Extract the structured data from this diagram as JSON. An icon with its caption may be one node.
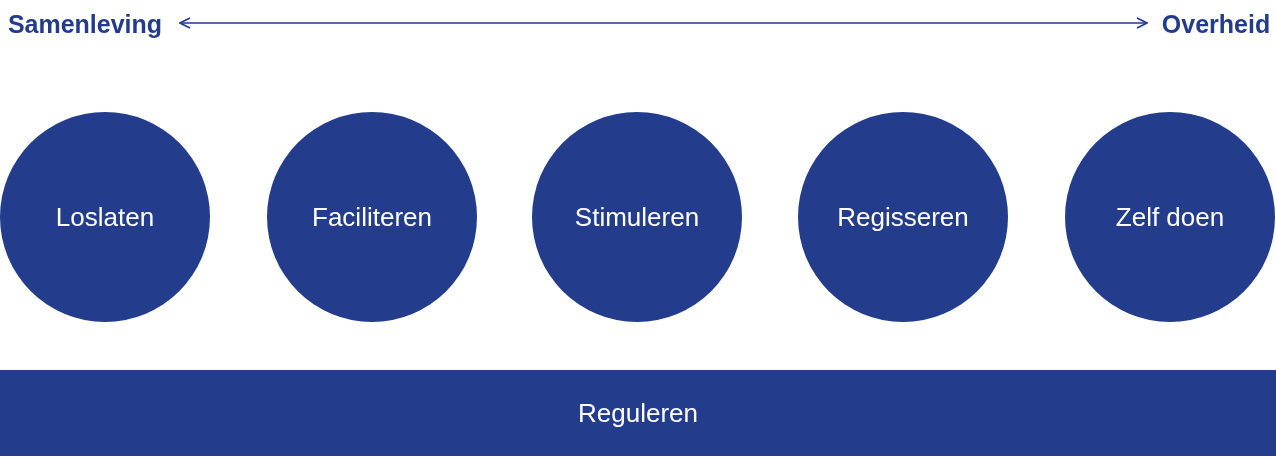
{
  "diagram": {
    "nodes": [
      {
        "text": [
          "Samenleving"
        ]
      },
      {
        "text": [
          "Overheid"
        ]
      },
      {
        "text": [
          "Loslaten"
        ]
      },
      {
        "text": [
          "Faciliteren"
        ]
      },
      {
        "text": [
          "Stimuleren"
        ]
      },
      {
        "text": [
          "Regisseren"
        ]
      },
      {
        "text": [
          "Zelf doen"
        ]
      },
      {
        "text": [
          "Reguleren"
        ]
      }
    ],
    "edges": [
      {
        "from": 0,
        "to": 1,
        "arrow": "both"
      }
    ]
  }
}
